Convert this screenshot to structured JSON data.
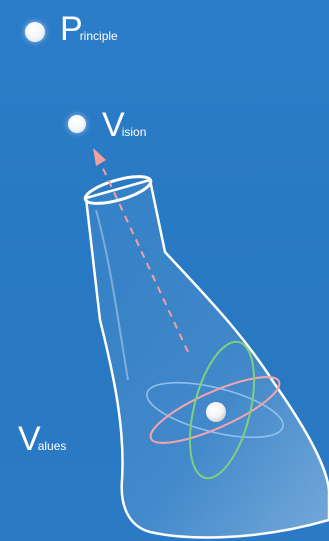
{
  "labels": {
    "principle": {
      "initial": "P",
      "rest": "rinciple"
    },
    "vision": {
      "initial": "V",
      "rest": "ision"
    },
    "values": {
      "initial": "V",
      "rest": "alues"
    }
  },
  "colors": {
    "background": "#2a7cc7",
    "arrow": "#f0a0a0",
    "orbit_green": "#7fcf7f",
    "orbit_pink": "#f2a3ad",
    "orbit_blue": "#9ec9ef",
    "flask_outline": "#ffffff"
  },
  "icons": [
    "bullet-dot-icon",
    "flask-icon",
    "atom-orbit-icon",
    "dashed-arrow-icon"
  ]
}
